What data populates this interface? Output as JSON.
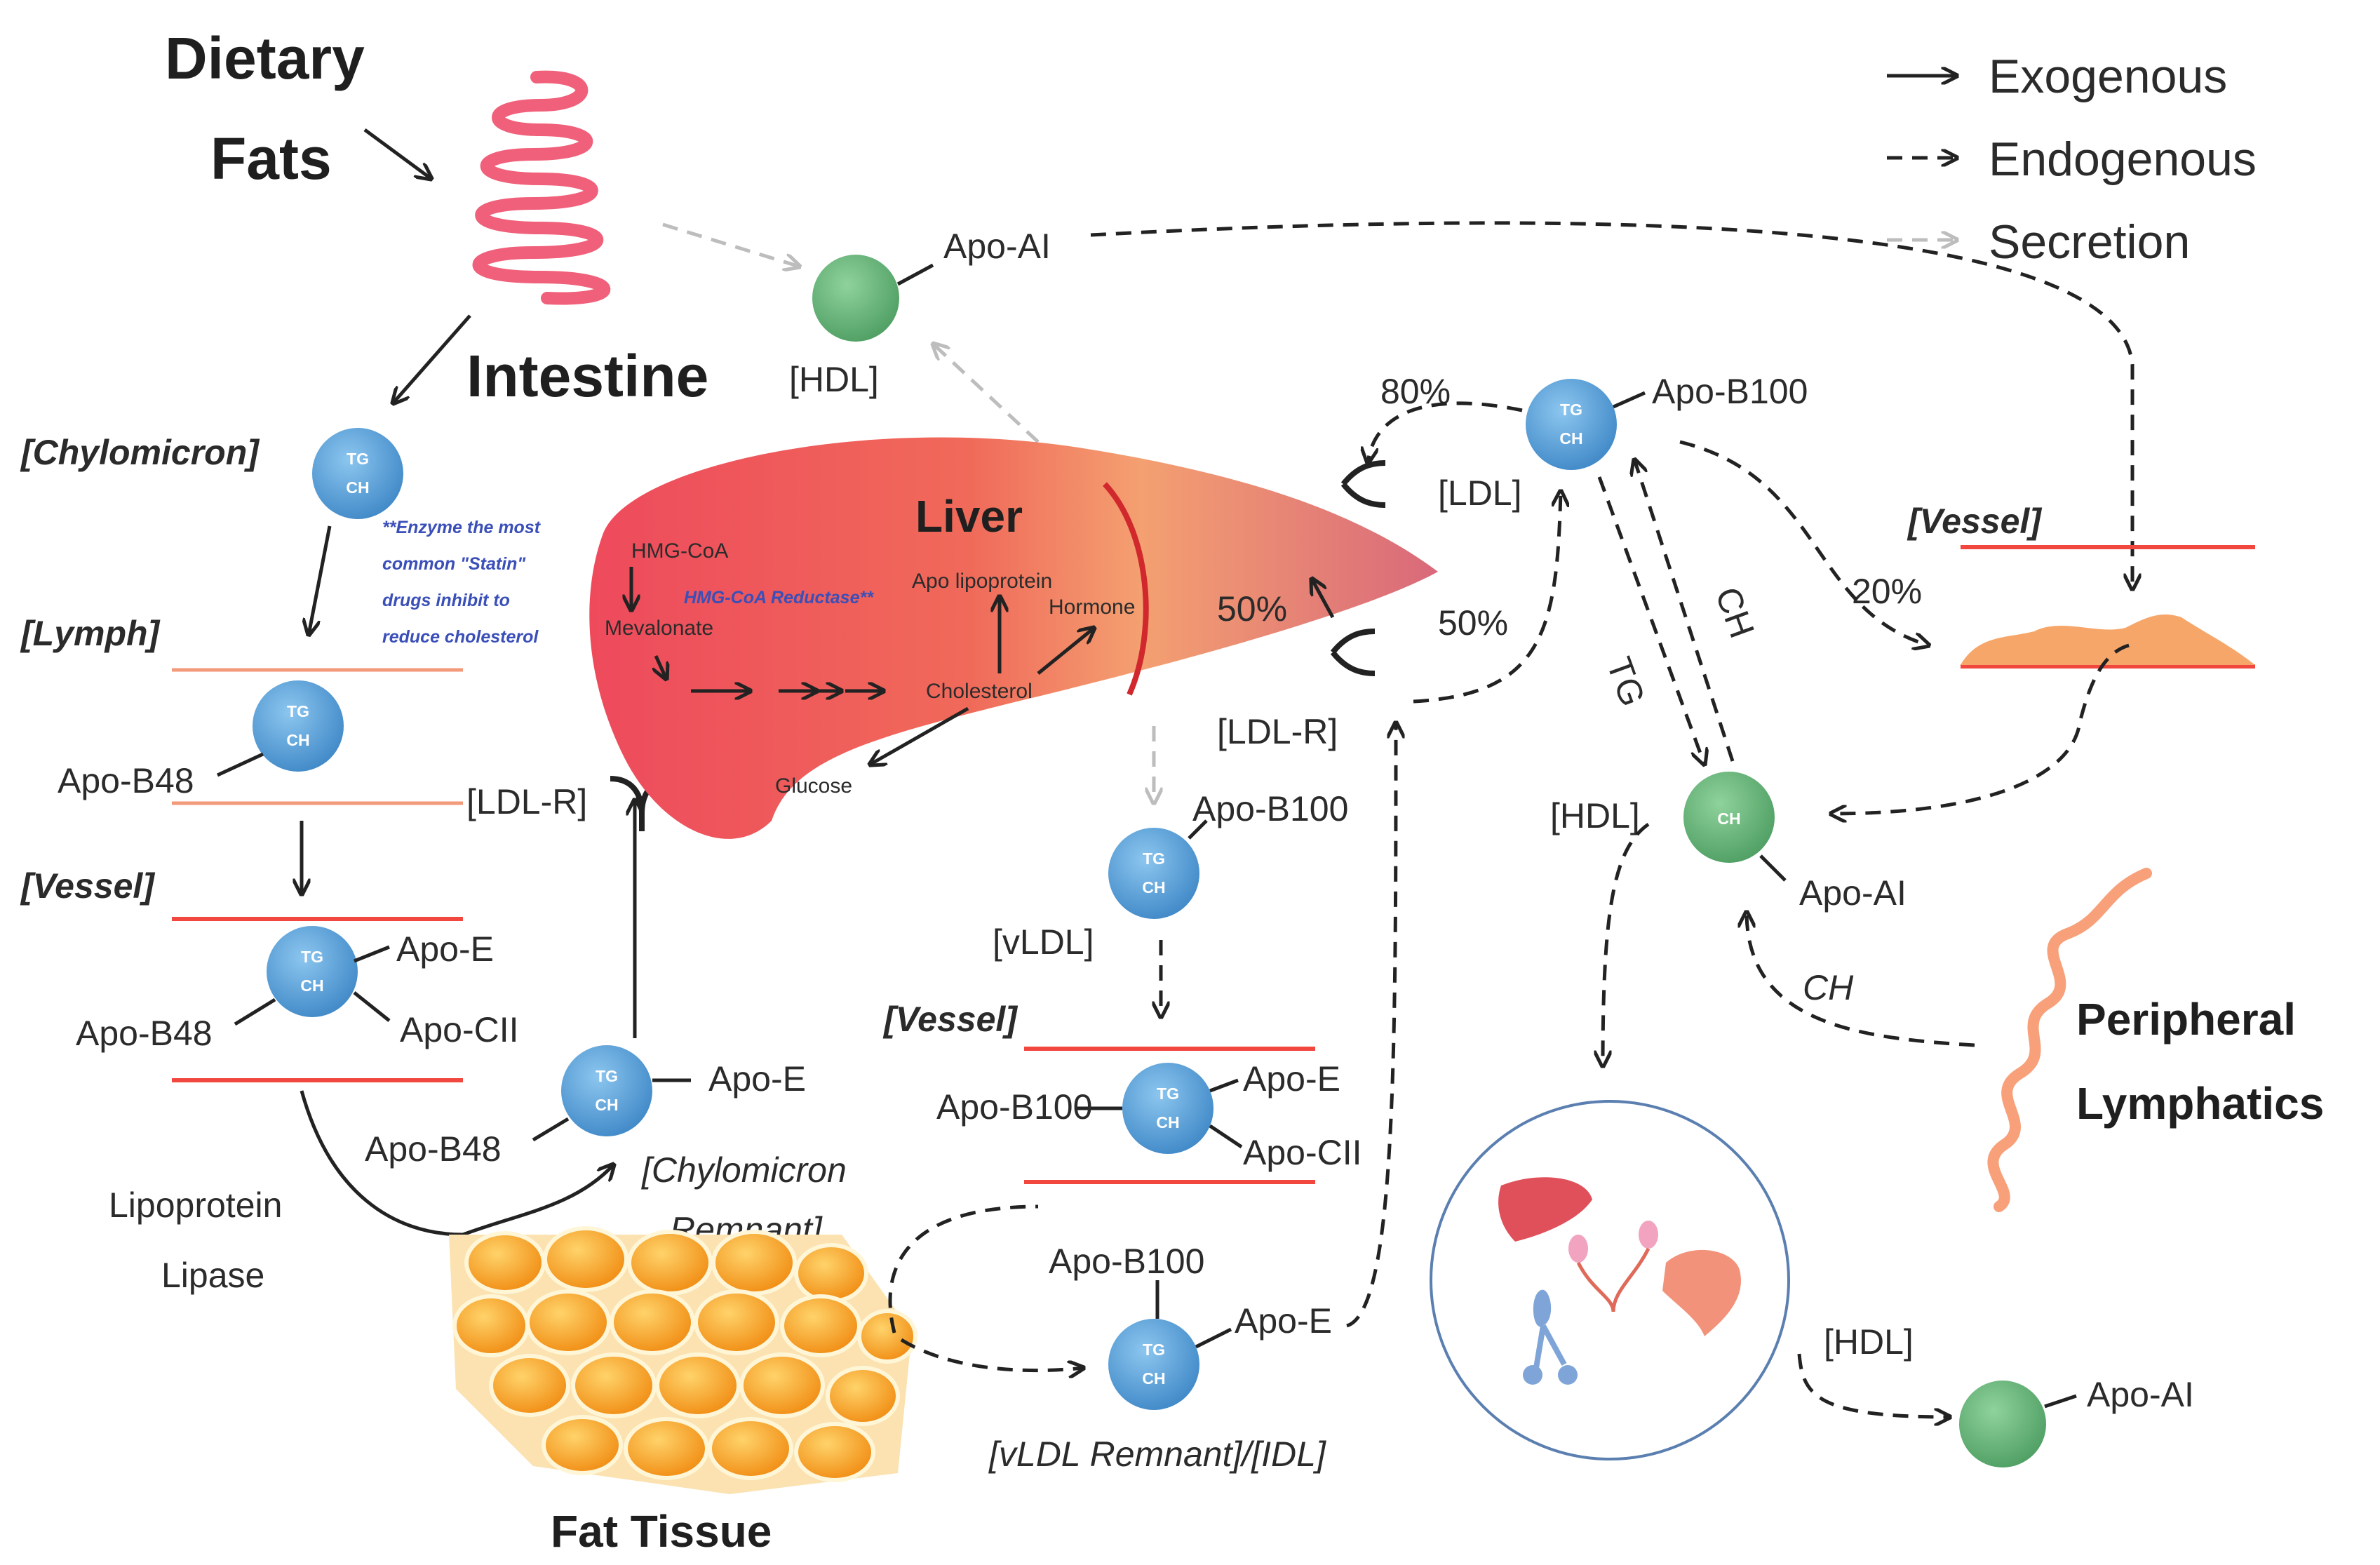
{
  "legend": {
    "exogenous": "Exogenous",
    "endogenous": "Endogenous",
    "secretion": "Secretion"
  },
  "titles": {
    "dietary_1": "Dietary",
    "dietary_2": "Fats",
    "intestine": "Intestine",
    "liver": "Liver",
    "fat_tissue": "Fat Tissue",
    "peripheral_1": "Peripheral",
    "peripheral_2": "Lymphatics"
  },
  "compartments": {
    "chylomicron": "[Chylomicron]",
    "lymph": "[Lymph]",
    "vessel": "[Vessel]"
  },
  "particles": {
    "tg": "TG",
    "ch": "CH",
    "hdl": "[HDL]",
    "ldl": "[LDL]",
    "vldl": "[vLDL]",
    "ldl_r": "[LDL-R]",
    "chylo_remnant_1": "[Chylomicron",
    "chylo_remnant_2": "Remnant]",
    "vldl_remnant": "[vLDL Remnant]/[IDL]"
  },
  "apos": {
    "ai": "Apo-AI",
    "b48": "Apo-B48",
    "b100": "Apo-B100",
    "e": "Apo-E",
    "cii": "Apo-CII"
  },
  "enzyme": {
    "line1": "Lipoprotein",
    "line2": "Lipase"
  },
  "liver_labels": {
    "hmg_coa": "HMG-CoA",
    "mevalonate": "Mevalonate",
    "reductase": "HMG-CoA Reductase**",
    "apo_lipoprotein": "Apo lipoprotein",
    "hormone": "Hormone",
    "cholesterol": "Cholesterol",
    "glucose": "Glucose"
  },
  "note": {
    "line1": "**Enzyme the most",
    "line2": "common \"Statin\"",
    "line3": "drugs inhibit to",
    "line4": "reduce cholesterol"
  },
  "percents": {
    "p80": "80%",
    "p20": "20%",
    "p50a": "50%",
    "p50b": "50%"
  },
  "flow_labels": {
    "ch": "CH",
    "tg": "TG"
  },
  "colors": {
    "particle_blue": "#5ba3d9",
    "particle_green": "#69b37a",
    "vessel_red": "#f2473f",
    "intestine_pink": "#f0607a",
    "lymphatic_orange": "#f7a07a",
    "liver": "#e8505a",
    "fat": "#f7a21b"
  },
  "icons": [
    "intestine-icon",
    "liver-icon",
    "fat-tissue-icon",
    "lymphatic-icon",
    "organs-icon",
    "plaque-icon"
  ]
}
